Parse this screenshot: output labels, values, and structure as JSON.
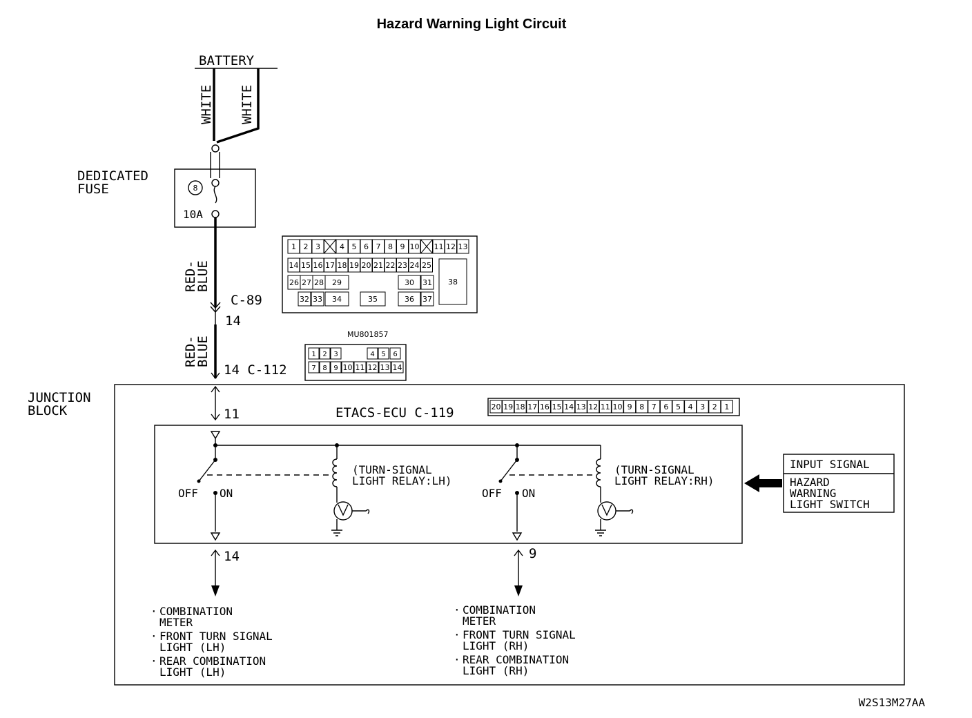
{
  "title": "Hazard Warning Light Circuit",
  "battery_label": "BATTERY",
  "wire_white": "WHITE",
  "fuse": {
    "label_line1": "DEDICATED",
    "label_line2": "FUSE",
    "number": "8",
    "rating": "10A"
  },
  "wire_red": "RED-",
  "wire_blue": "BLUE",
  "connector_c89": {
    "label": "C-89",
    "pin": "14",
    "row1": [
      "1",
      "2",
      "3",
      "",
      "4",
      "5",
      "6",
      "7",
      "8",
      "9",
      "10",
      "",
      "11",
      "12",
      "13"
    ],
    "row2": [
      "14",
      "15",
      "16",
      "17",
      "18",
      "19",
      "20",
      "21",
      "22",
      "23",
      "24",
      "25"
    ],
    "row3": [
      "26",
      "27",
      "28",
      "29",
      "30",
      "31"
    ],
    "row4": [
      "32",
      "33",
      "34",
      "35",
      "36",
      "37"
    ],
    "big": "38"
  },
  "connector_c112": {
    "part_number": "MU801857",
    "label": "14 C-112",
    "row1": [
      "1",
      "2",
      "3",
      "4",
      "5",
      "6"
    ],
    "row2": [
      "7",
      "8",
      "9",
      "10",
      "11",
      "12",
      "13",
      "14"
    ]
  },
  "junction_block": {
    "line1": "JUNCTION",
    "line2": "BLOCK"
  },
  "pin_in": "11",
  "ecu_label": "ETACS-ECU C-119",
  "ecu_pins": [
    "20",
    "19",
    "18",
    "17",
    "16",
    "15",
    "14",
    "13",
    "12",
    "11",
    "10",
    "9",
    "8",
    "7",
    "6",
    "5",
    "4",
    "3",
    "2",
    "1"
  ],
  "relay_lh": {
    "line1": "(TURN-SIGNAL",
    "line2": "LIGHT RELAY:LH)"
  },
  "relay_rh": {
    "line1": "(TURN-SIGNAL",
    "line2": "LIGHT RELAY:RH)"
  },
  "switch_off": "OFF",
  "switch_on": "ON",
  "input_signal": {
    "header": "INPUT SIGNAL",
    "line1": "HAZARD",
    "line2": "WARNING",
    "line3": "LIGHT SWITCH"
  },
  "pin_out_lh": "14",
  "pin_out_rh": "9",
  "outputs_lh": [
    {
      "line1": "COMBINATION",
      "line2": "METER"
    },
    {
      "line1": "FRONT TURN SIGNAL",
      "line2": "LIGHT (LH)"
    },
    {
      "line1": "REAR COMBINATION",
      "line2": "LIGHT (LH)"
    }
  ],
  "outputs_rh": [
    {
      "line1": "COMBINATION",
      "line2": "METER"
    },
    {
      "line1": "FRONT TURN SIGNAL",
      "line2": "LIGHT (RH)"
    },
    {
      "line1": "REAR COMBINATION",
      "line2": "LIGHT (RH)"
    }
  ],
  "figure_code": "W2S13M27AA"
}
